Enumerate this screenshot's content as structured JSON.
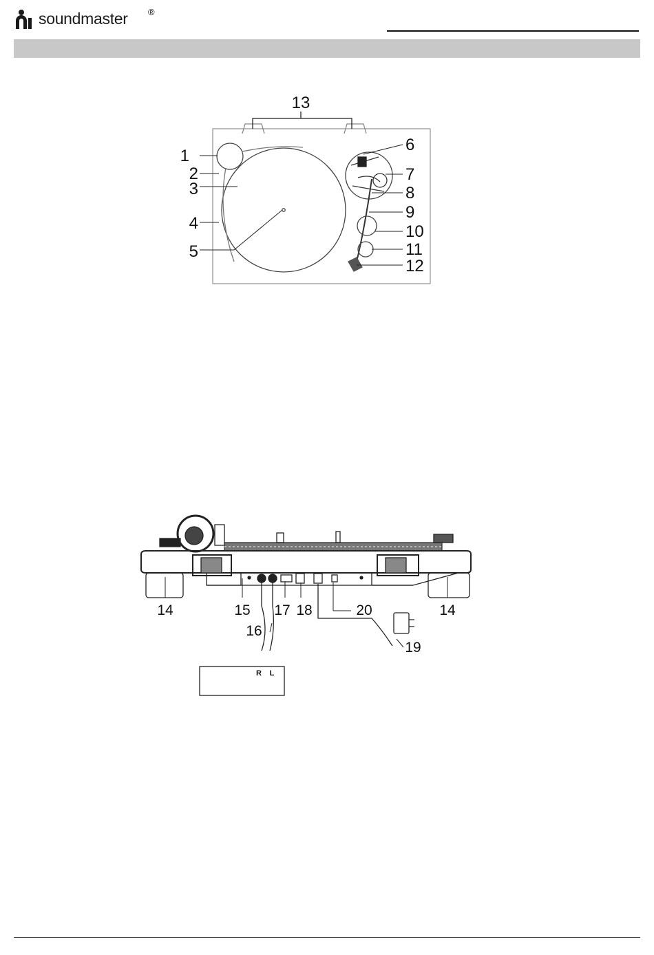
{
  "header": {
    "brand": "soundmaster",
    "registered": "®"
  },
  "figure_top": {
    "callouts": [
      "1",
      "2",
      "3",
      "4",
      "5",
      "6",
      "7",
      "8",
      "9",
      "10",
      "11",
      "12",
      "13"
    ]
  },
  "figure_rear": {
    "callouts": [
      "14",
      "14",
      "15",
      "16",
      "17",
      "18",
      "19",
      "20"
    ],
    "amp_channels": [
      "R",
      "L"
    ]
  }
}
